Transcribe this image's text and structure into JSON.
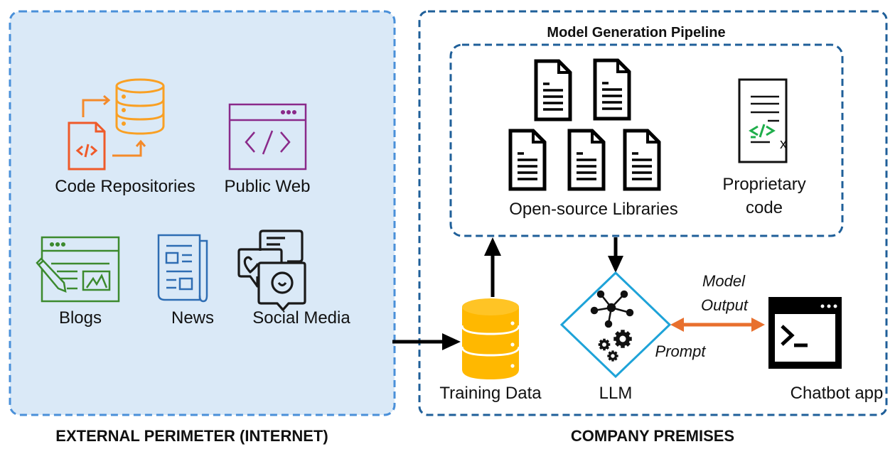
{
  "zones": {
    "external": {
      "title": "EXTERNAL PERIMETER (INTERNET)",
      "fill": "#dae9f7",
      "border": "#4a90d9"
    },
    "company": {
      "title": "COMPANY PREMISES",
      "border": "#1f5f99"
    },
    "pipeline": {
      "title": "Model Generation Pipeline",
      "border": "#1f5f99"
    }
  },
  "sources": [
    {
      "label": "Code Repositories",
      "icon": "code-repository-icon",
      "color": "#f07a2a"
    },
    {
      "label": "Public Web",
      "icon": "browser-code-icon",
      "color": "#8a2a8a"
    },
    {
      "label": "Blogs",
      "icon": "blog-icon",
      "color": "#3c8a2e"
    },
    {
      "label": "News",
      "icon": "newspaper-icon",
      "color": "#2e6db3"
    },
    {
      "label": "Social Media",
      "icon": "chat-bubbles-icon",
      "color": "#1a1a1a"
    }
  ],
  "pipeline_items": {
    "open_source": {
      "label": "Open-source Libraries",
      "icon": "documents-icon"
    },
    "proprietary": {
      "label_line1": "Proprietary",
      "label_line2": "code",
      "icon": "proprietary-code-icon",
      "accent": "#1fae4b"
    }
  },
  "nodes": {
    "training_data": {
      "label": "Training Data",
      "icon": "database-icon",
      "color": "#ffb800"
    },
    "llm": {
      "label": "LLM",
      "icon": "llm-network-gears-icon",
      "color": "#1ea3d8"
    },
    "chatbot": {
      "label": "Chatbot app",
      "icon": "terminal-window-icon"
    }
  },
  "edges": {
    "model_output_line1": "Model",
    "model_output_line2": "Output",
    "prompt": "Prompt",
    "bidirectional_color": "#e8702e"
  }
}
